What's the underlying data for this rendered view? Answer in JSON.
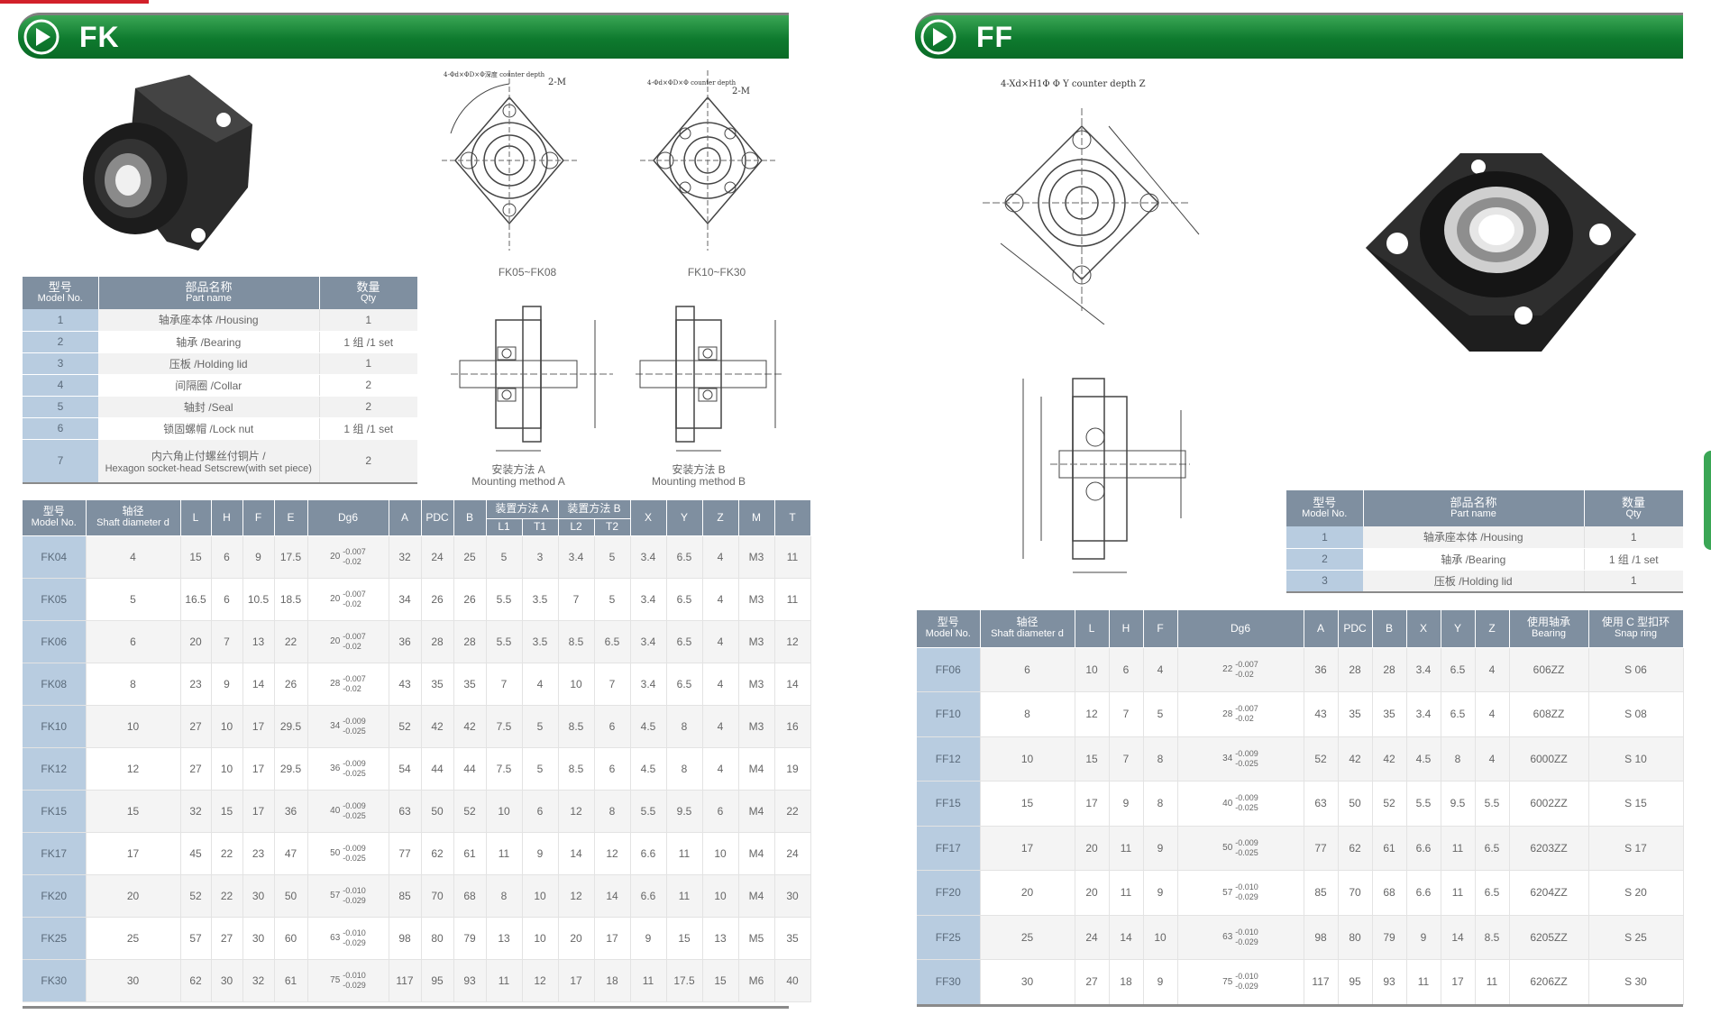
{
  "fk": {
    "title": "FK",
    "drawing_labels": {
      "a1": "4-Φd×ΦD×Φ深度 counter depth",
      "a2": "2-M",
      "b1": "4-Φd×ΦD×Φ counter depth",
      "b2": "2-M"
    },
    "captions": {
      "fk05": "FK05~FK08",
      "fk10": "FK10~FK30",
      "method_a_cn": "安装方法 A",
      "method_a_en": "Mounting method A",
      "method_b_cn": "安装方法 B",
      "method_b_en": "Mounting method B"
    },
    "parts_headers": [
      {
        "cn": "型号",
        "en": "Model No."
      },
      {
        "cn": "部品名称",
        "en": "Part name"
      },
      {
        "cn": "数量",
        "en": "Qty"
      }
    ],
    "parts": [
      {
        "no": "1",
        "name": "轴承座本体 /Housing",
        "qty": "1"
      },
      {
        "no": "2",
        "name": "轴承 /Bearing",
        "qty": "1 组 /1 set"
      },
      {
        "no": "3",
        "name": "压板 /Holding lid",
        "qty": "1"
      },
      {
        "no": "4",
        "name": "间隔圈 /Collar",
        "qty": "2"
      },
      {
        "no": "5",
        "name": "轴封 /Seal",
        "qty": "2"
      },
      {
        "no": "6",
        "name": "锁固螺帽 /Lock nut",
        "qty": "1 组 /1 set"
      },
      {
        "no": "7",
        "name": "内六角止付螺丝付铜片 /",
        "name2": "Hexagon socket-head Setscrew(with set piece)",
        "qty": "2"
      }
    ],
    "spec_headers": {
      "model_cn": "型号",
      "model_en": "Model No.",
      "shaft_cn": "轴径",
      "shaft_en": "Shaft diameter d",
      "L": "L",
      "H": "H",
      "F": "F",
      "E": "E",
      "Dg6": "Dg6",
      "A": "A",
      "PDC": "PDC",
      "B": "B",
      "method_a": "装置方法 A",
      "method_b": "装置方法 B",
      "L1": "L1",
      "T1": "T1",
      "L2": "L2",
      "T2": "T2",
      "X": "X",
      "Y": "Y",
      "Z": "Z",
      "M": "M",
      "T": "T"
    },
    "rows": [
      {
        "model": "FK04",
        "d": "4",
        "L": "15",
        "H": "6",
        "F": "9",
        "E": "17.5",
        "dg": "20",
        "tu": "-0.007",
        "tl": "-0.02",
        "A": "32",
        "PDC": "24",
        "B": "25",
        "L1": "5",
        "T1": "3",
        "L2": "3.4",
        "T2": "5",
        "X": "3.4",
        "Y": "6.5",
        "Z": "4",
        "M": "M3",
        "T": "11"
      },
      {
        "model": "FK05",
        "d": "5",
        "L": "16.5",
        "H": "6",
        "F": "10.5",
        "E": "18.5",
        "dg": "20",
        "tu": "-0.007",
        "tl": "-0.02",
        "A": "34",
        "PDC": "26",
        "B": "26",
        "L1": "5.5",
        "T1": "3.5",
        "L2": "7",
        "T2": "5",
        "X": "3.4",
        "Y": "6.5",
        "Z": "4",
        "M": "M3",
        "T": "11"
      },
      {
        "model": "FK06",
        "d": "6",
        "L": "20",
        "H": "7",
        "F": "13",
        "E": "22",
        "dg": "20",
        "tu": "-0.007",
        "tl": "-0.02",
        "A": "36",
        "PDC": "28",
        "B": "28",
        "L1": "5.5",
        "T1": "3.5",
        "L2": "8.5",
        "T2": "6.5",
        "X": "3.4",
        "Y": "6.5",
        "Z": "4",
        "M": "M3",
        "T": "12"
      },
      {
        "model": "FK08",
        "d": "8",
        "L": "23",
        "H": "9",
        "F": "14",
        "E": "26",
        "dg": "28",
        "tu": "-0.007",
        "tl": "-0.02",
        "A": "43",
        "PDC": "35",
        "B": "35",
        "L1": "7",
        "T1": "4",
        "L2": "10",
        "T2": "7",
        "X": "3.4",
        "Y": "6.5",
        "Z": "4",
        "M": "M3",
        "T": "14"
      },
      {
        "model": "FK10",
        "d": "10",
        "L": "27",
        "H": "10",
        "F": "17",
        "E": "29.5",
        "dg": "34",
        "tu": "-0.009",
        "tl": "-0.025",
        "A": "52",
        "PDC": "42",
        "B": "42",
        "L1": "7.5",
        "T1": "5",
        "L2": "8.5",
        "T2": "6",
        "X": "4.5",
        "Y": "8",
        "Z": "4",
        "M": "M3",
        "T": "16"
      },
      {
        "model": "FK12",
        "d": "12",
        "L": "27",
        "H": "10",
        "F": "17",
        "E": "29.5",
        "dg": "36",
        "tu": "-0.009",
        "tl": "-0.025",
        "A": "54",
        "PDC": "44",
        "B": "44",
        "L1": "7.5",
        "T1": "5",
        "L2": "8.5",
        "T2": "6",
        "X": "4.5",
        "Y": "8",
        "Z": "4",
        "M": "M4",
        "T": "19"
      },
      {
        "model": "FK15",
        "d": "15",
        "L": "32",
        "H": "15",
        "F": "17",
        "E": "36",
        "dg": "40",
        "tu": "-0.009",
        "tl": "-0.025",
        "A": "63",
        "PDC": "50",
        "B": "52",
        "L1": "10",
        "T1": "6",
        "L2": "12",
        "T2": "8",
        "X": "5.5",
        "Y": "9.5",
        "Z": "6",
        "M": "M4",
        "T": "22"
      },
      {
        "model": "FK17",
        "d": "17",
        "L": "45",
        "H": "22",
        "F": "23",
        "E": "47",
        "dg": "50",
        "tu": "-0.009",
        "tl": "-0.025",
        "A": "77",
        "PDC": "62",
        "B": "61",
        "L1": "11",
        "T1": "9",
        "L2": "14",
        "T2": "12",
        "X": "6.6",
        "Y": "11",
        "Z": "10",
        "M": "M4",
        "T": "24"
      },
      {
        "model": "FK20",
        "d": "20",
        "L": "52",
        "H": "22",
        "F": "30",
        "E": "50",
        "dg": "57",
        "tu": "-0.010",
        "tl": "-0.029",
        "A": "85",
        "PDC": "70",
        "B": "68",
        "L1": "8",
        "T1": "10",
        "L2": "12",
        "T2": "14",
        "X": "6.6",
        "Y": "11",
        "Z": "10",
        "M": "M4",
        "T": "30"
      },
      {
        "model": "FK25",
        "d": "25",
        "L": "57",
        "H": "27",
        "F": "30",
        "E": "60",
        "dg": "63",
        "tu": "-0.010",
        "tl": "-0.029",
        "A": "98",
        "PDC": "80",
        "B": "79",
        "L1": "13",
        "T1": "10",
        "L2": "20",
        "T2": "17",
        "X": "9",
        "Y": "15",
        "Z": "13",
        "M": "M5",
        "T": "35"
      },
      {
        "model": "FK30",
        "d": "30",
        "L": "62",
        "H": "30",
        "F": "32",
        "E": "61",
        "dg": "75",
        "tu": "-0.010",
        "tl": "-0.029",
        "A": "117",
        "PDC": "95",
        "B": "93",
        "L1": "11",
        "T1": "12",
        "L2": "17",
        "T2": "18",
        "X": "11",
        "Y": "17.5",
        "Z": "15",
        "M": "M6",
        "T": "40"
      }
    ]
  },
  "ff": {
    "title": "FF",
    "drawing_label": "4-Xd×H1Φ Φ Y counter depth Z",
    "parts_headers": [
      {
        "cn": "型号",
        "en": "Model No."
      },
      {
        "cn": "部品名称",
        "en": "Part name"
      },
      {
        "cn": "数量",
        "en": "Qty"
      }
    ],
    "parts": [
      {
        "no": "1",
        "name": "轴承座本体 /Housing",
        "qty": "1"
      },
      {
        "no": "2",
        "name": "轴承 /Bearing",
        "qty": "1 组 /1 set"
      },
      {
        "no": "3",
        "name": "压板 /Holding lid",
        "qty": "1"
      }
    ],
    "spec_headers": {
      "model_cn": "型号",
      "model_en": "Model No.",
      "shaft_cn": "轴径",
      "shaft_en": "Shaft diameter d",
      "L": "L",
      "H": "H",
      "F": "F",
      "Dg6": "Dg6",
      "A": "A",
      "PDC": "PDC",
      "B": "B",
      "X": "X",
      "Y": "Y",
      "Z": "Z",
      "bearing_cn": "使用轴承",
      "bearing_en": "Bearing",
      "snap_cn": "使用 C 型扣环",
      "snap_en": "Snap ring"
    },
    "rows": [
      {
        "model": "FF06",
        "d": "6",
        "L": "10",
        "H": "6",
        "F": "4",
        "dg": "22",
        "tu": "-0.007",
        "tl": "-0.02",
        "A": "36",
        "PDC": "28",
        "B": "28",
        "X": "3.4",
        "Y": "6.5",
        "Z": "4",
        "bearing": "606ZZ",
        "snap": "S 06"
      },
      {
        "model": "FF10",
        "d": "8",
        "L": "12",
        "H": "7",
        "F": "5",
        "dg": "28",
        "tu": "-0.007",
        "tl": "-0.02",
        "A": "43",
        "PDC": "35",
        "B": "35",
        "X": "3.4",
        "Y": "6.5",
        "Z": "4",
        "bearing": "608ZZ",
        "snap": "S 08"
      },
      {
        "model": "FF12",
        "d": "10",
        "L": "15",
        "H": "7",
        "F": "8",
        "dg": "34",
        "tu": "-0.009",
        "tl": "-0.025",
        "A": "52",
        "PDC": "42",
        "B": "42",
        "X": "4.5",
        "Y": "8",
        "Z": "4",
        "bearing": "6000ZZ",
        "snap": "S 10"
      },
      {
        "model": "FF15",
        "d": "15",
        "L": "17",
        "H": "9",
        "F": "8",
        "dg": "40",
        "tu": "-0.009",
        "tl": "-0.025",
        "A": "63",
        "PDC": "50",
        "B": "52",
        "X": "5.5",
        "Y": "9.5",
        "Z": "5.5",
        "bearing": "6002ZZ",
        "snap": "S 15"
      },
      {
        "model": "FF17",
        "d": "17",
        "L": "20",
        "H": "11",
        "F": "9",
        "dg": "50",
        "tu": "-0.009",
        "tl": "-0.025",
        "A": "77",
        "PDC": "62",
        "B": "61",
        "X": "6.6",
        "Y": "11",
        "Z": "6.5",
        "bearing": "6203ZZ",
        "snap": "S 17"
      },
      {
        "model": "FF20",
        "d": "20",
        "L": "20",
        "H": "11",
        "F": "9",
        "dg": "57",
        "tu": "-0.010",
        "tl": "-0.029",
        "A": "85",
        "PDC": "70",
        "B": "68",
        "X": "6.6",
        "Y": "11",
        "Z": "6.5",
        "bearing": "6204ZZ",
        "snap": "S 20"
      },
      {
        "model": "FF25",
        "d": "25",
        "L": "24",
        "H": "14",
        "F": "10",
        "dg": "63",
        "tu": "-0.010",
        "tl": "-0.029",
        "A": "98",
        "PDC": "80",
        "B": "79",
        "X": "9",
        "Y": "14",
        "Z": "8.5",
        "bearing": "6205ZZ",
        "snap": "S 25"
      },
      {
        "model": "FF30",
        "d": "30",
        "L": "27",
        "H": "18",
        "F": "9",
        "dg": "75",
        "tu": "-0.010",
        "tl": "-0.029",
        "A": "117",
        "PDC": "95",
        "B": "93",
        "X": "11",
        "Y": "17",
        "Z": "11",
        "bearing": "6206ZZ",
        "snap": "S 30"
      }
    ]
  }
}
